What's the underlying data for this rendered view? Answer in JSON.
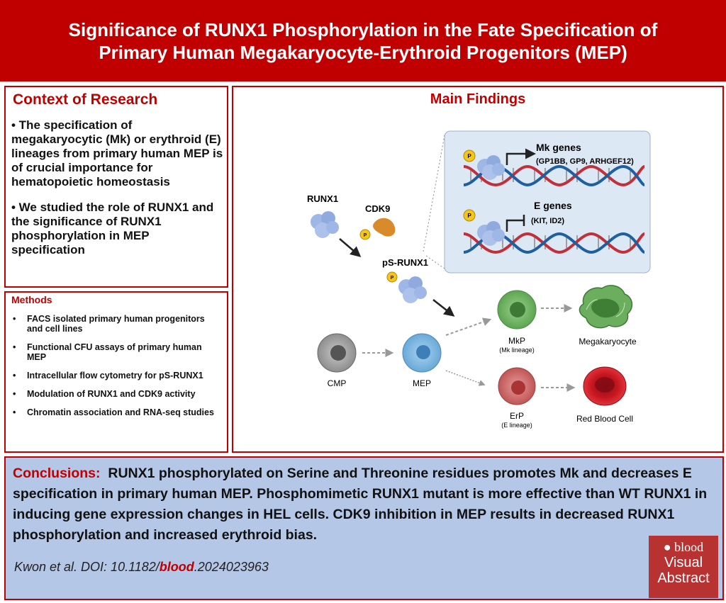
{
  "header": {
    "title_line1": "Significance of RUNX1 Phosphorylation in the Fate Specification of",
    "title_line2": "Primary Human Megakaryocyte-Erythroid Progenitors (MEP)"
  },
  "context": {
    "title": "Context of Research",
    "bullets": [
      "• The specification of megakaryocytic (Mk) or erythroid (E) lineages from primary human MEP is of crucial importance for hematopoietic homeostasis",
      "• We studied the role of RUNX1 and the significance of RUNX1 phosphorylation in MEP specification"
    ]
  },
  "methods": {
    "title": "Methods",
    "items": [
      "FACS isolated primary human progenitors and cell lines",
      "Functional CFU assays of primary human MEP",
      "Intracellular flow cytometry for pS-RUNX1",
      "Modulation of RUNX1 and CDK9 activity",
      "Chromatin association and RNA-seq studies"
    ]
  },
  "findings": {
    "title": "Main Findings",
    "labels": {
      "runx1": "RUNX1",
      "cdk9": "CDK9",
      "ps_runx1": "pS-RUNX1",
      "phospho": "P",
      "mk_genes": "Mk genes",
      "mk_genes_list": "(GP1BB, GP9, ARHGEF12)",
      "e_genes": "E genes",
      "e_genes_list": "(KIT, ID2)",
      "cmp": "CMP",
      "mep": "MEP",
      "mkp": "MkP",
      "mkp_sub": "(Mk lineage)",
      "megakaryocyte": "Megakaryocyte",
      "erp": "ErP",
      "erp_sub": "(E lineage)",
      "rbc": "Red Blood Cell"
    },
    "colors": {
      "dna_red": "#c0303a",
      "dna_blue": "#1f5fa0",
      "inset_bg": "#dde8f5",
      "runx1": "#9fb7e6",
      "cdk9": "#d98a2b",
      "phospho": "#f5c518"
    }
  },
  "conclusions": {
    "lead": "Conclusions:",
    "text": "RUNX1 phosphorylated on Serine and Threonine residues promotes Mk and decreases E specification in primary human MEP. Phosphomimetic RUNX1 mutant is more effective than WT RUNX1 in inducing gene expression changes in HEL cells. CDK9 inhibition in MEP results in decreased RUNX1 phosphorylation and increased erythroid bias.",
    "citation_prefix": "Kwon et al. DOI: 10.1182/",
    "citation_journal": "blood",
    "citation_suffix": ".2024023963"
  },
  "badge": {
    "line1": "blood",
    "line2": "Visual",
    "line3": "Abstract"
  }
}
